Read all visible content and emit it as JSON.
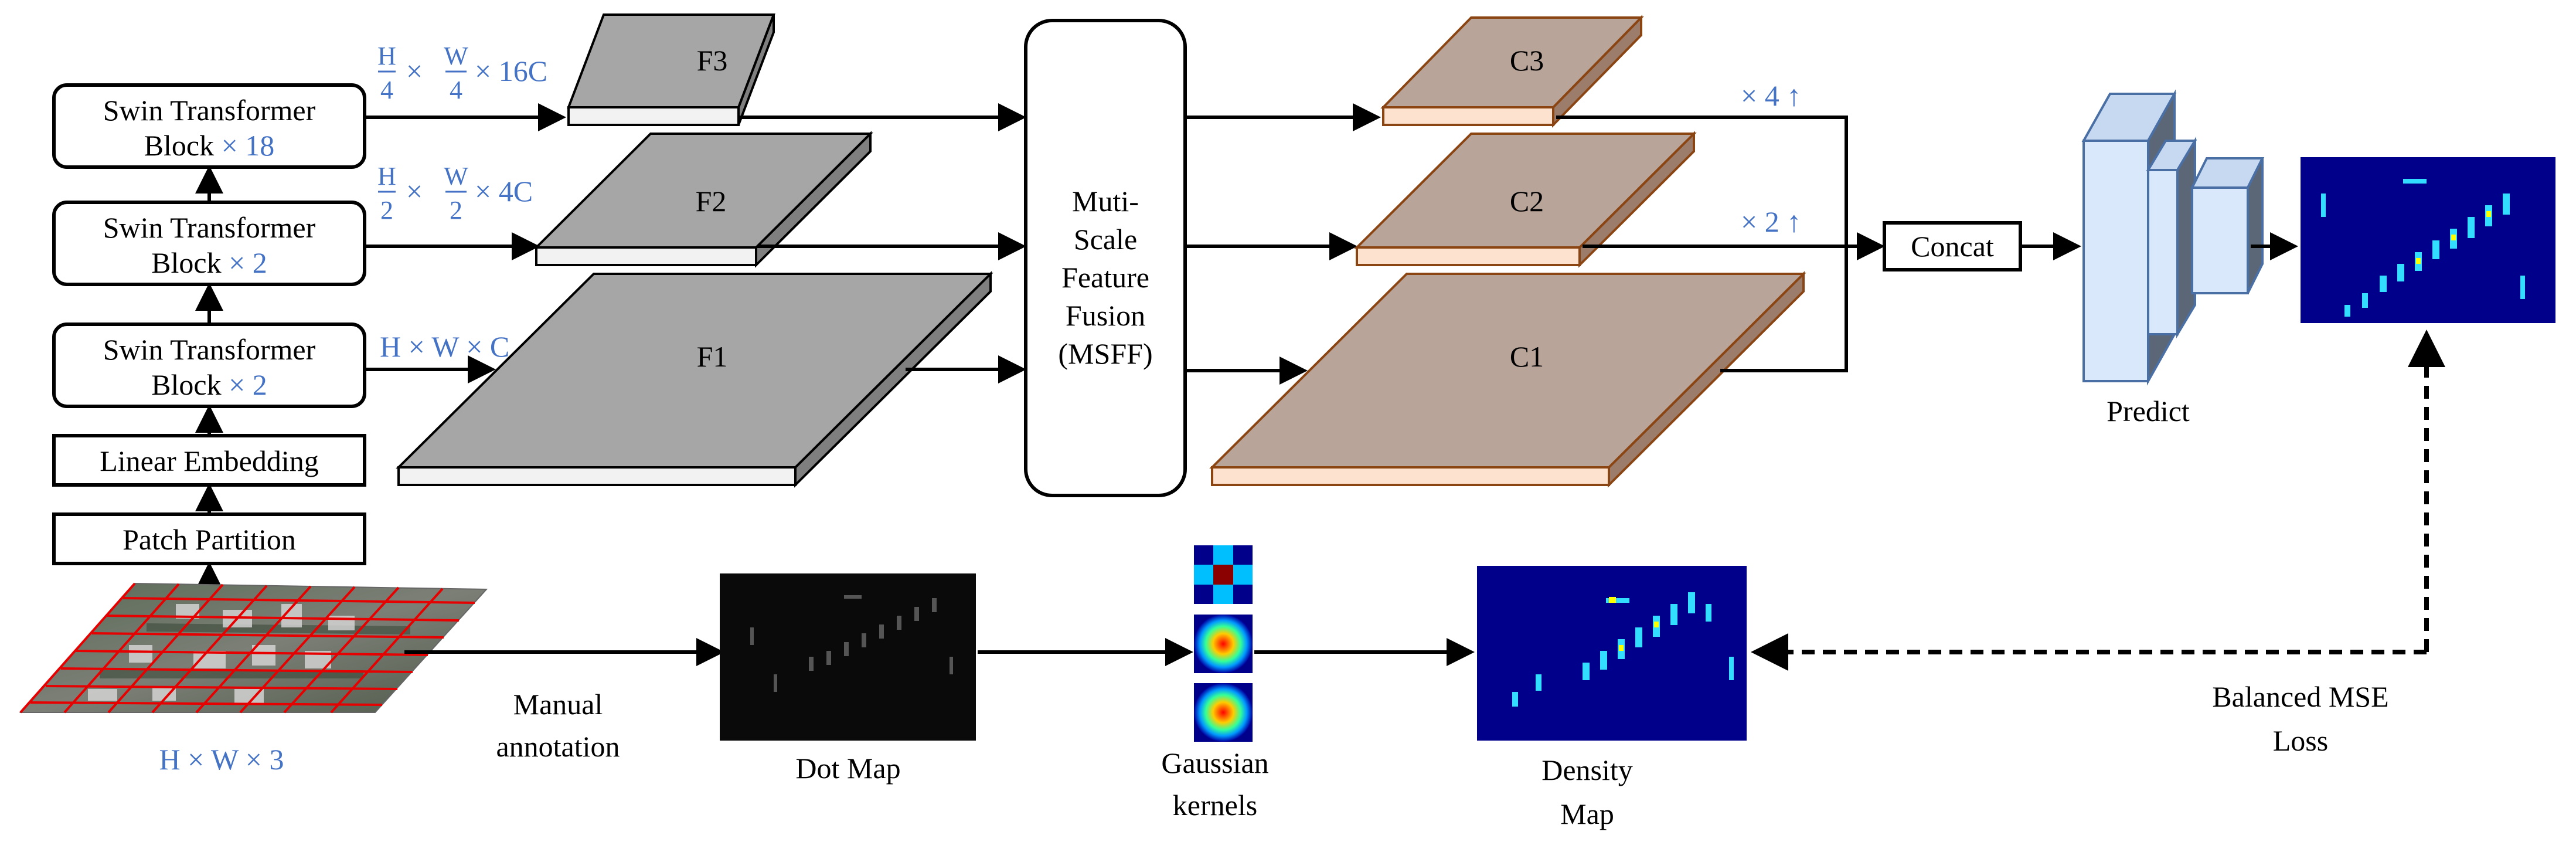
{
  "backbone": {
    "block3_line1": "Swin Transformer",
    "block3_line2": "Block",
    "block3_mult": "× 18",
    "block2_line1": "Swin Transformer",
    "block2_line2": "Block",
    "block2_mult": "× 2",
    "block1_line1": "Swin Transformer",
    "block1_line2": "Block",
    "block1_mult": "× 2",
    "linear_embedding": "Linear Embedding",
    "patch_partition": "Patch Partition",
    "input_dims": "H × W × 3"
  },
  "dims": {
    "f3": {
      "h_num": "H",
      "h_den": "4",
      "w_num": "W",
      "w_den": "4",
      "times1": "×",
      "times2": "× 16C"
    },
    "f2": {
      "h_num": "H",
      "h_den": "2",
      "w_num": "W",
      "w_den": "2",
      "times1": "×",
      "times2": "× 4C"
    },
    "f1": "H × W × C"
  },
  "features": {
    "f3": "F3",
    "f2": "F2",
    "f1": "F1"
  },
  "msff": {
    "line1": "Muti-",
    "line2": "Scale",
    "line3": "Feature",
    "line4": "Fusion",
    "line5": "(MSFF)"
  },
  "fused": {
    "c3": "C3",
    "c2": "C2",
    "c1": "C1"
  },
  "upsample": {
    "c3": "× 4 ↑",
    "c2": "× 2 ↑"
  },
  "concat": "Concat",
  "predict": "Predict",
  "annotation": {
    "manual_line1": "Manual",
    "manual_line2": "annotation",
    "dot_map": "Dot Map",
    "gaussian_line1": "Gaussian",
    "gaussian_line2": "kernels",
    "density_line1": "Density",
    "density_line2": "Map",
    "loss_line1": "Balanced MSE",
    "loss_line2": "Loss"
  },
  "colors": {
    "feature_fill": "#a6a6a6",
    "feature_edge": "#f2f2f2",
    "fused_fill": "#b9a49a",
    "fused_edge": "#fde3cf",
    "fused_stroke": "#8b4513",
    "predict_fill": "#dae8fc",
    "predict_stroke": "#4a6fa5",
    "accent_blue": "#4472c4",
    "density_bg": "#00008b"
  }
}
